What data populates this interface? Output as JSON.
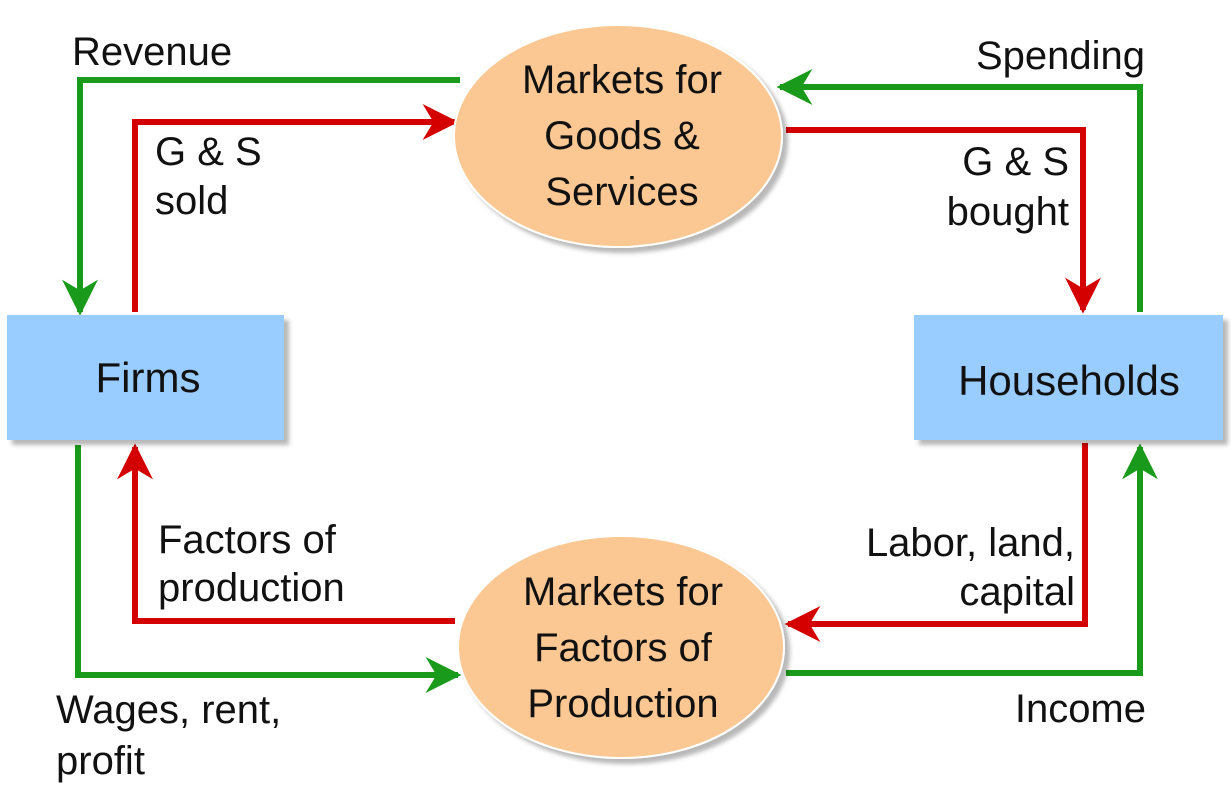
{
  "colors": {
    "money_flow": "#1a9a1a",
    "goods_flow": "#d40000",
    "box_fill": "#99ccff",
    "ellipse_fill": "#fbc793"
  },
  "nodes": {
    "firms": "Firms",
    "households": "Households",
    "goods_market": [
      "Markets for",
      "Goods &",
      "Services"
    ],
    "factor_market": [
      "Markets for",
      "Factors of",
      "Production"
    ]
  },
  "flows": {
    "revenue": "Revenue",
    "spending": "Spending",
    "gs_sold": [
      "G & S",
      "sold"
    ],
    "gs_bought": [
      "G & S",
      "bought"
    ],
    "factors_of_production": [
      "Factors of",
      "production"
    ],
    "labor_land_capital": [
      "Labor, land,",
      "capital"
    ],
    "wages_rent_profit": [
      "Wages, rent,",
      "profit"
    ],
    "income": "Income"
  }
}
